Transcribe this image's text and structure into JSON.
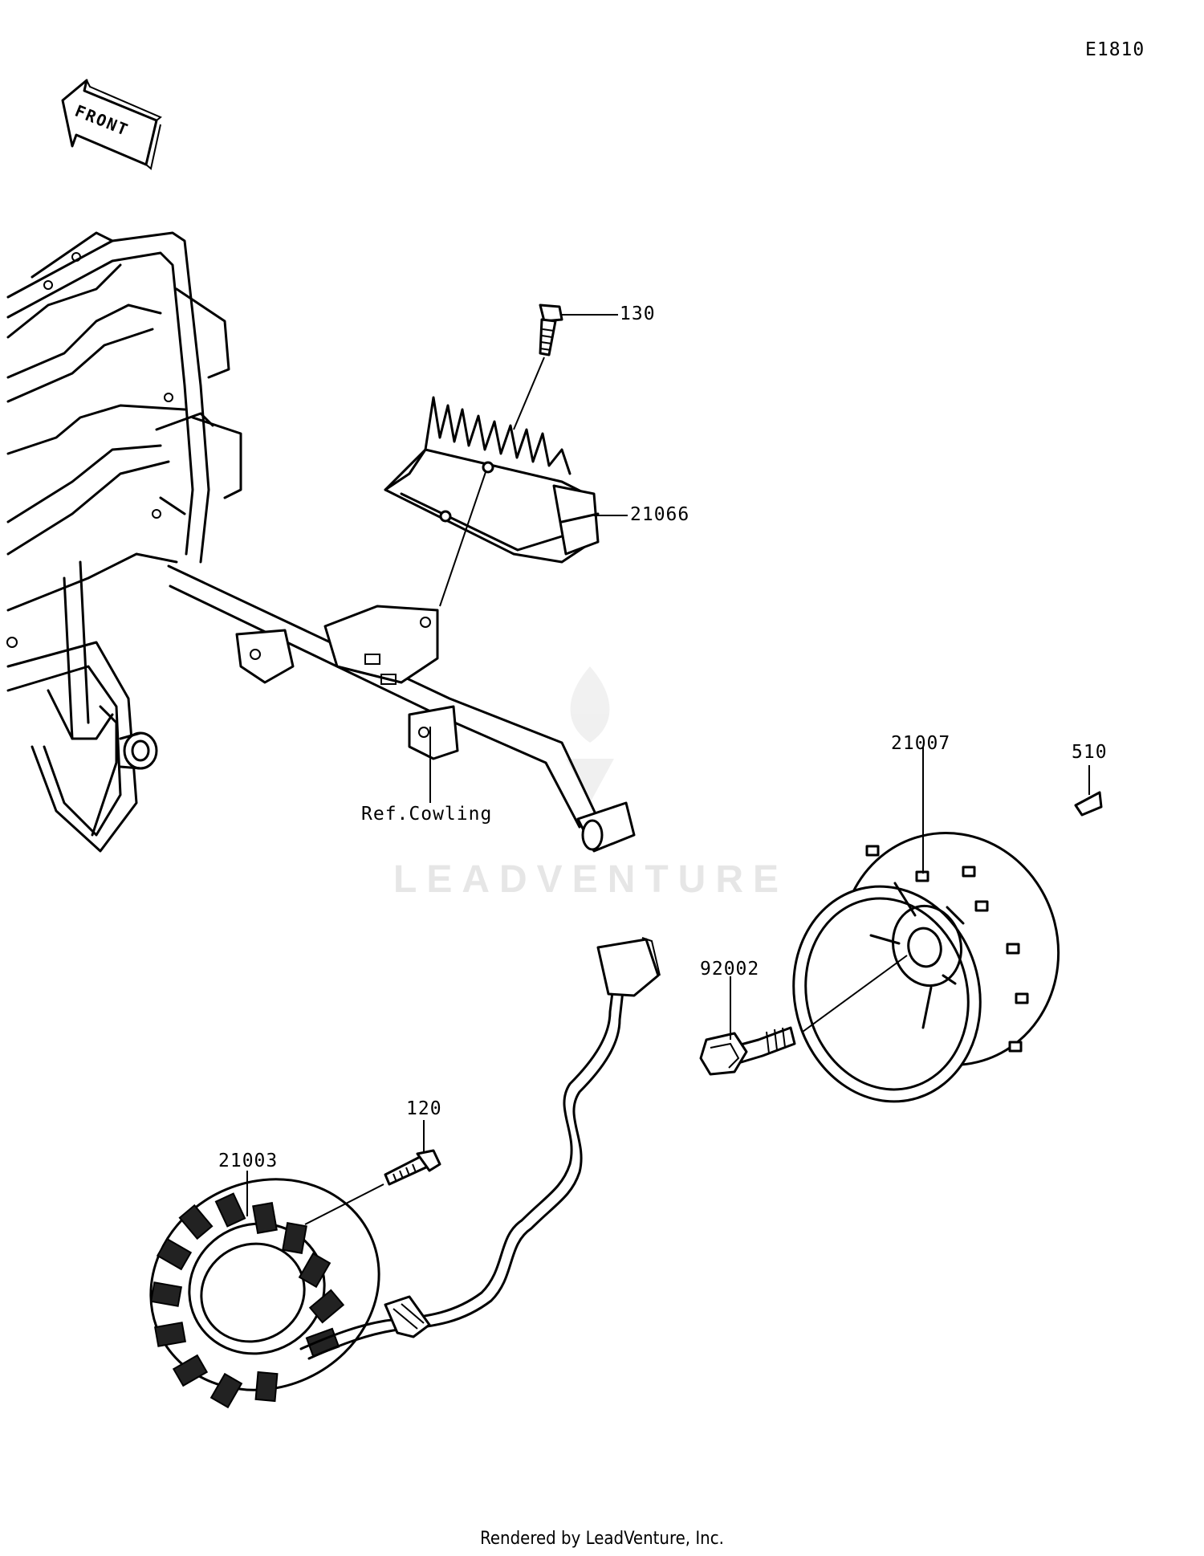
{
  "diagram_code": "E1810",
  "front_label": "FRONT",
  "watermark": "LEADVENTURE",
  "footer": "Rendered by LeadVenture, Inc.",
  "callouts": {
    "bolt_130": "130",
    "regulator_21066": "21066",
    "ref_cowling": "Ref.Cowling",
    "flywheel_21007": "21007",
    "key_510": "510",
    "bolt_92002": "92002",
    "bolt_120": "120",
    "stator_21003": "21003"
  }
}
